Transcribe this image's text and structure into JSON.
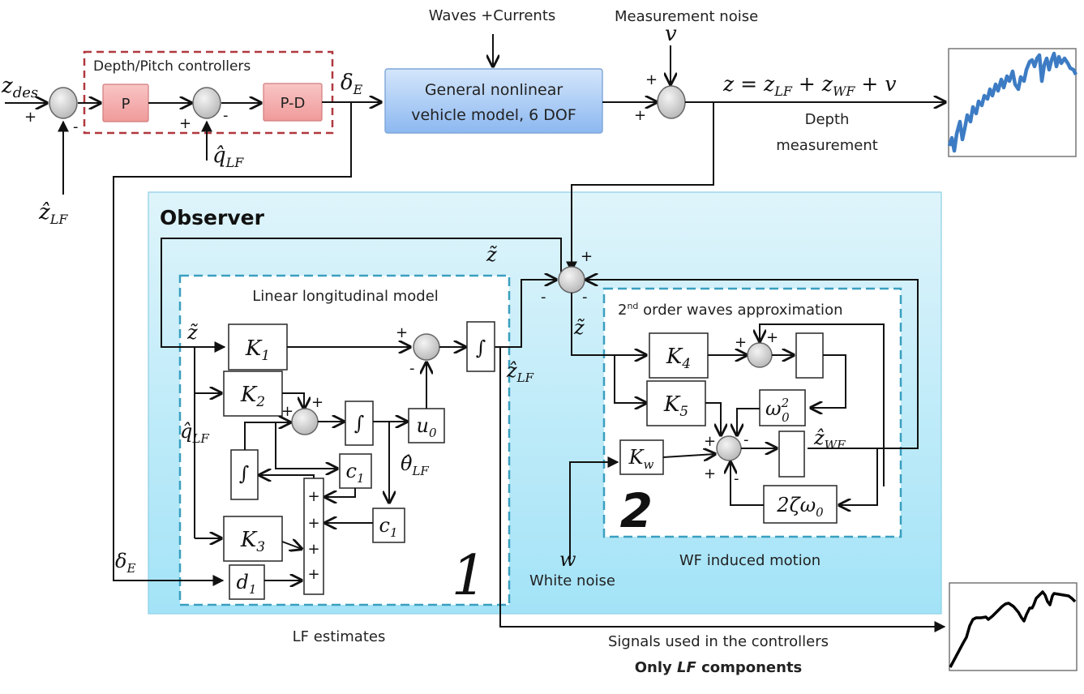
{
  "top": {
    "z_des": "z",
    "z_des_sub": "des",
    "controller_group_label": "Depth/Pitch controllers",
    "p_block": "P",
    "pd_block": "P-D",
    "delta_e": "δ",
    "delta_e_sub": "E",
    "q_hat_lf": "q̂",
    "q_hat_lf_sub": "LF",
    "z_hat_lf": "ẑ",
    "z_hat_lf_sub": "LF",
    "disturbance_label": "Waves +Currents",
    "vehicle_model_line1": "General nonlinear",
    "vehicle_model_line2": "vehicle model, 6 DOF",
    "noise_label": "Measurement noise",
    "noise_symbol": "v",
    "measurement_equation": "z = z",
    "eq_lf_sub": "LF",
    "eq_plus1": " + z",
    "eq_wf_sub": "WF",
    "eq_plus2": " + v",
    "depth_measurement_line1": "Depth",
    "depth_measurement_line2": "measurement"
  },
  "observer": {
    "title": "Observer",
    "z_tilde": "z̃",
    "linear_model": {
      "label": "Linear longitudinal model",
      "k1": "K",
      "k1_sub": "1",
      "k2": "K",
      "k2_sub": "2",
      "k3": "K",
      "k3_sub": "3",
      "d1": "d",
      "d1_sub": "1",
      "c1a": "c",
      "c1a_sub": "1",
      "c1b": "c",
      "c1b_sub": "1",
      "u0": "u",
      "u0_sub": "0",
      "integrator": "∫",
      "theta_hat": "θ̂",
      "theta_sub": "LF",
      "q_hat": "q̂",
      "q_sub": "LF",
      "z_hat_lf": "ẑ",
      "z_hat_lf_sub": "LF",
      "delta_e": "δ",
      "delta_e_sub": "E",
      "adder_signs": [
        "+",
        "+",
        "+",
        "+"
      ],
      "number": "1"
    },
    "waves_model": {
      "label_pre": "2",
      "label_sup": "nd",
      "label_post": " order waves approximation",
      "k4": "K",
      "k4_sub": "4",
      "k5": "K",
      "k5_sub": "5",
      "kw": "K",
      "kw_sub": "w",
      "omega_sq": "ω",
      "omega_sup": "2",
      "omega_sub": "0",
      "damping": "2ζω",
      "damping_sub": "0",
      "z_hat_wf": "ẑ",
      "z_hat_wf_sub": "WF",
      "number": "2",
      "caption": "WF induced motion"
    },
    "white_noise_symbol": "w",
    "white_noise_label": "White noise"
  },
  "bottom": {
    "lf_estimates": "LF estimates",
    "signals_used": "Signals used in the controllers",
    "only_lf_pre": "Only ",
    "only_lf_em": "LF",
    "only_lf_post": " components"
  },
  "colors": {
    "observer_bg_top": "#dff4fb",
    "observer_bg_bottom": "#a3e3f7",
    "controller_border": "#b0383f",
    "controller_block": "#f4a8a8",
    "vehicle_block_top": "#d4e6fb",
    "vehicle_block_bottom": "#8cb8f0",
    "dashed_border": "#3a9fbf",
    "measured_signal": "#3d7cc4",
    "estimated_signal": "#000000"
  }
}
